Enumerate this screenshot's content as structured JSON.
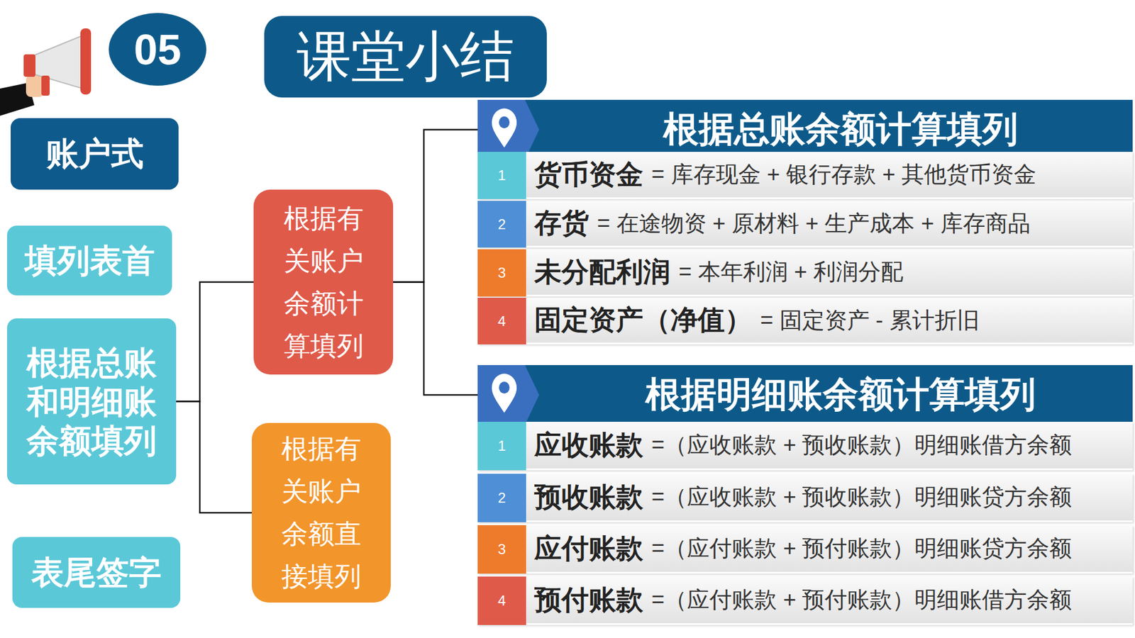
{
  "diagram": {
    "title": "课堂小结",
    "nodes": [
      {
        "text": [
          "05"
        ]
      },
      {
        "text": [
          "账户式"
        ]
      },
      {
        "text": [
          "填列表首"
        ]
      },
      {
        "text": [
          "根据总账和明细账余额填列"
        ]
      },
      {
        "text": [
          "表尾签字"
        ]
      },
      {
        "text": [
          "根据有关账户余额计算填列"
        ]
      },
      {
        "text": [
          "根据有关账户余额直接填列"
        ]
      },
      {
        "text": [
          "根据总账余额计算填列"
        ]
      },
      {
        "text": [
          "货币资金",
          "= 库存现金 + 银行存款 + 其他货币资金"
        ]
      },
      {
        "text": [
          "1"
        ],
        "in": 8
      },
      {
        "text": [
          "存货",
          "= 在途物资 + 原材料 + 生产成本 + 库存商品"
        ]
      },
      {
        "text": [
          "2"
        ],
        "in": 10
      },
      {
        "text": [
          "未分配利润",
          "= 本年利润 + 利润分配"
        ]
      },
      {
        "text": [
          "3"
        ],
        "in": 12
      },
      {
        "text": [
          "固定资产（净值）",
          "= 固定资产 - 累计折旧"
        ]
      },
      {
        "text": [
          "4"
        ],
        "in": 14
      },
      {
        "text": [
          "根据明细账余额计算填列"
        ]
      },
      {
        "text": [
          "应收账款",
          "=（应收账款 + 预收账款）明细账借方余额"
        ]
      },
      {
        "text": [
          "1"
        ],
        "in": 17
      },
      {
        "text": [
          "预收账款",
          "=（应收账款 + 预收账款）明细账贷方余额"
        ]
      },
      {
        "text": [
          "2"
        ],
        "in": 19
      },
      {
        "text": [
          "应付账款",
          "=（应付账款 + 预付账款）明细账贷方余额"
        ]
      },
      {
        "text": [
          "3"
        ],
        "in": 21
      },
      {
        "text": [
          "预付账款",
          "=（应付账款 + 预付账款）明细账借方余额"
        ]
      },
      {
        "text": [
          "4"
        ],
        "in": 23
      }
    ],
    "edges": [
      {
        "from": 3,
        "to": 5,
        "arrow": "none"
      },
      {
        "from": 3,
        "to": 6,
        "arrow": "none"
      },
      {
        "from": 5,
        "to": 7,
        "arrow": "none"
      },
      {
        "from": 5,
        "to": 16,
        "arrow": "none"
      }
    ]
  }
}
